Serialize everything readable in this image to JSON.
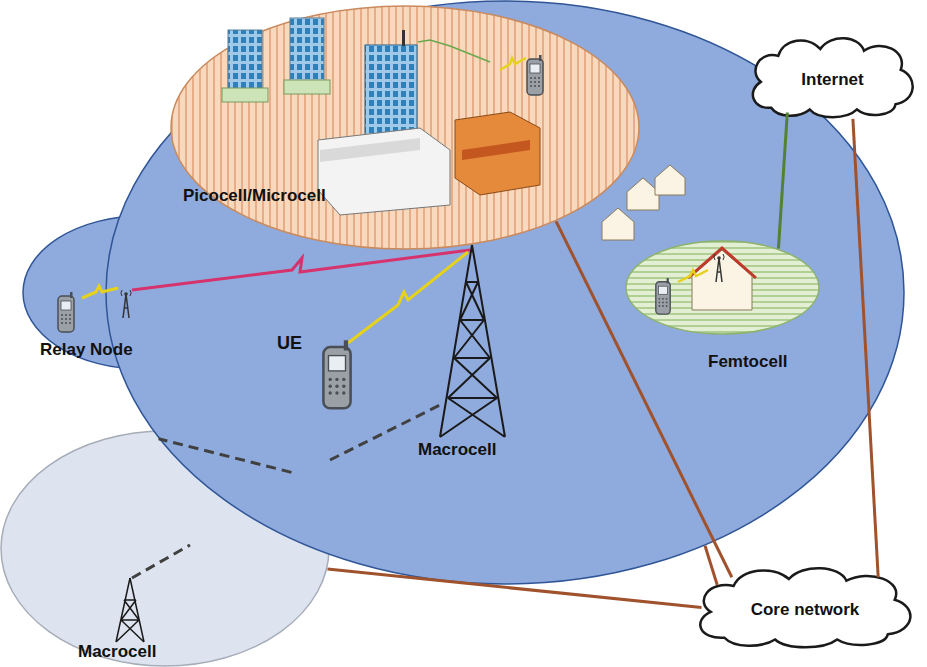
{
  "diagram": {
    "nodes": [
      {
        "text": [
          "Macrocell"
        ]
      },
      {
        "text": [
          "Picocell/Microcell"
        ],
        "in": 0
      },
      {
        "text": [
          "Relay Node"
        ]
      },
      {
        "text": [
          "Femtocell"
        ],
        "in": 0
      },
      {
        "text": [
          "Macrocell"
        ]
      },
      {
        "text": [
          "Internet"
        ]
      },
      {
        "text": [
          "Core network"
        ]
      }
    ],
    "edges": [
      {
        "from": 6,
        "to": 1,
        "arrow": "none"
      },
      {
        "from": 6,
        "to": 0,
        "arrow": "none"
      },
      {
        "from": 6,
        "to": 4,
        "arrow": "none"
      },
      {
        "from": 6,
        "to": 5,
        "arrow": "none"
      },
      {
        "from": 3,
        "to": 5,
        "arrow": "none"
      },
      {
        "from": 4,
        "to": 0,
        "arrow": "none"
      }
    ],
    "labels": [
      "UE"
    ]
  }
}
